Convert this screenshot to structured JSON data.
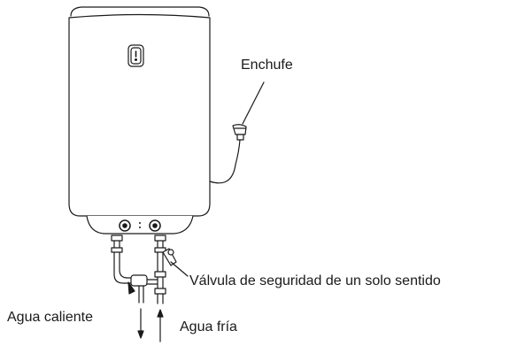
{
  "labels": {
    "plug": "Enchufe",
    "safety_valve": "Válvula de seguridad de un solo sentido",
    "hot_water": "Agua caliente",
    "cold_water": "Agua fría"
  },
  "colors": {
    "line": "#1a1a1a",
    "tank_fill": "#ffffff",
    "background": "#ffffff"
  },
  "icons": {
    "indicator": "warning-lamp-icon",
    "dials": "control-knob-icon"
  }
}
